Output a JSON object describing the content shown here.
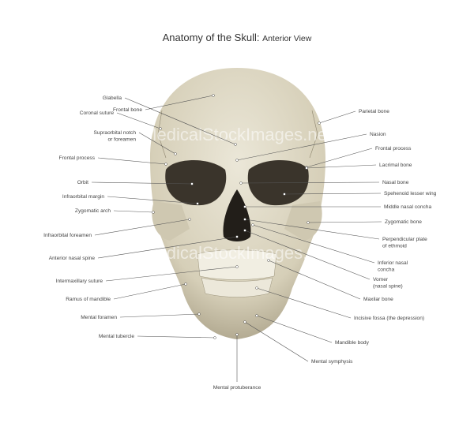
{
  "title": {
    "main": "Anatomy of the Skull:",
    "sub": "Anterior View"
  },
  "watermark": "MedicalStockImages.net",
  "colors": {
    "bone": "#d8d2bd",
    "bone_shadow": "#a59d84",
    "cavity": "#2a2620",
    "text": "#444444"
  },
  "labels_left": [
    [
      "Frontal bone"
    ],
    [
      "Glabella"
    ],
    [
      "Coronal suture"
    ],
    [
      "Supraorbital notch",
      "or foreamen"
    ],
    [
      "Frontal process"
    ],
    [
      "Orbit"
    ],
    [
      "Infraorbital margin"
    ],
    [
      "Zygomatic arch"
    ],
    [
      "Infraorbital foreamen"
    ],
    [
      "Anterior nasal spine"
    ],
    [
      "Intermaxillary suture"
    ],
    [
      "Ramus of mandible"
    ],
    [
      "Mental foramen"
    ],
    [
      "Mental tubercle"
    ]
  ],
  "labels_right": [
    [
      "Parietal bone"
    ],
    [
      "Nasion"
    ],
    [
      "Frontal process"
    ],
    [
      "Lacrimal bone"
    ],
    [
      "Nasal bone"
    ],
    [
      "Spehenoid lesser wing"
    ],
    [
      "Middle nasal  concha"
    ],
    [
      "Zygomatic bone"
    ],
    [
      "Perpendicular plate",
      "of ethmoid"
    ],
    [
      "Inferior nasal",
      "concha"
    ],
    [
      "Vomer",
      "(nasal spine)"
    ],
    [
      "Maxilar bone"
    ],
    [
      "Incisive fossa (the depression)"
    ],
    [
      "Mandible body"
    ],
    [
      "Mental symphysis"
    ]
  ],
  "label_bottom": [
    "Mental protuberance"
  ]
}
